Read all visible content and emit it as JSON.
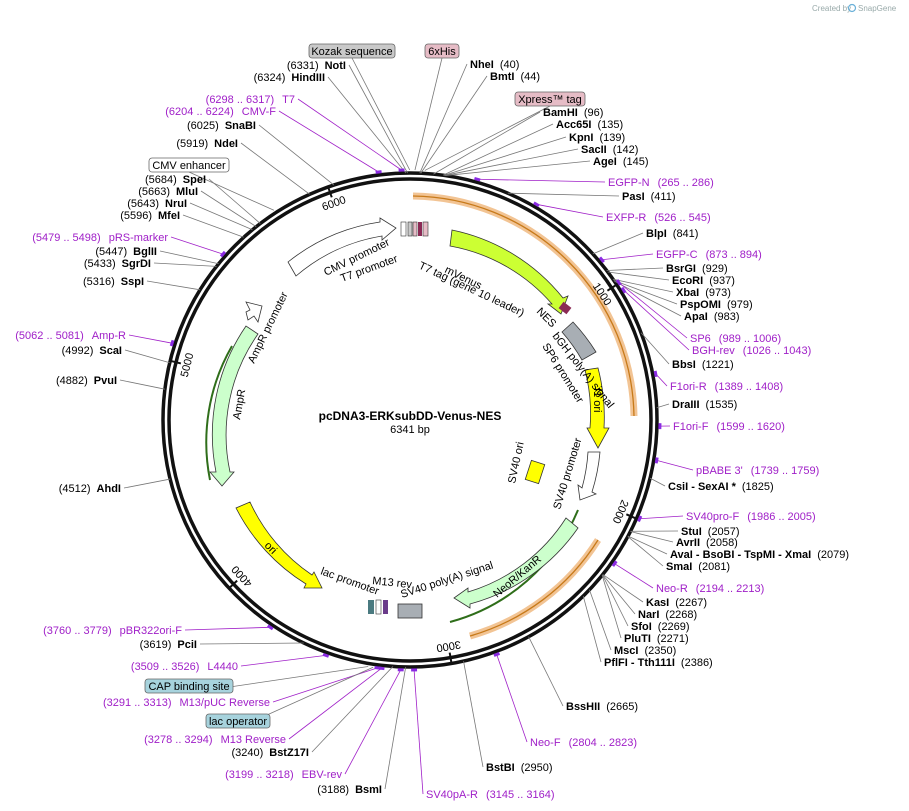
{
  "brand": {
    "created_by": "Created by",
    "name": "SnapGene"
  },
  "plasmid": {
    "name": "pcDNA3-ERKsubDD-Venus-NES",
    "length_label": "6341 bp",
    "total_bp": 6341
  },
  "ticks": [
    {
      "bp": 1000,
      "label": "1000"
    },
    {
      "bp": 2000,
      "label": "2000"
    },
    {
      "bp": 3000,
      "label": "3000"
    },
    {
      "bp": 4000,
      "label": "4000"
    },
    {
      "bp": 5000,
      "label": "5000"
    },
    {
      "bp": 6000,
      "label": "6000"
    }
  ],
  "boxed_labels": [
    {
      "text": "Kozak sequence",
      "fill": "#c9c9c9"
    },
    {
      "text": "6xHis",
      "fill": "#e6bcc6"
    },
    {
      "text": "Xpress™ tag",
      "fill": "#e6bcc6"
    },
    {
      "text": "CMV enhancer",
      "fill": "#ffffff"
    },
    {
      "text": "CAP binding site",
      "fill": "#a7d3dd"
    },
    {
      "text": "lac operator",
      "fill": "#a7d3dd"
    }
  ],
  "sites": [
    {
      "name": "NheI",
      "pos": "(40)",
      "side": "right"
    },
    {
      "name": "BmtI",
      "pos": "(44)",
      "side": "right"
    },
    {
      "name": "BamHI",
      "pos": "(96)",
      "side": "right"
    },
    {
      "name": "Acc65I",
      "pos": "(135)",
      "side": "right"
    },
    {
      "name": "KpnI",
      "pos": "(139)",
      "side": "right"
    },
    {
      "name": "SacII",
      "pos": "(142)",
      "side": "right"
    },
    {
      "name": "AgeI",
      "pos": "(145)",
      "side": "right"
    },
    {
      "name": "PasI",
      "pos": "(411)",
      "side": "right"
    },
    {
      "name": "BlpI",
      "pos": "(841)",
      "side": "right"
    },
    {
      "name": "BsrGI",
      "pos": "(929)",
      "side": "right"
    },
    {
      "name": "EcoRI",
      "pos": "(937)",
      "side": "right"
    },
    {
      "name": "XbaI",
      "pos": "(973)",
      "side": "right"
    },
    {
      "name": "PspOMI",
      "pos": "(979)",
      "side": "right"
    },
    {
      "name": "ApaI",
      "pos": "(983)",
      "side": "right"
    },
    {
      "name": "BbsI",
      "pos": "(1221)",
      "side": "right"
    },
    {
      "name": "DraIII",
      "pos": "(1535)",
      "side": "right"
    },
    {
      "name": "CsiI",
      "pos": "(1825)",
      "side": "right",
      "extra": " - SexAI *"
    },
    {
      "name": "StuI",
      "pos": "(2057)",
      "side": "right"
    },
    {
      "name": "AvrII",
      "pos": "(2058)",
      "side": "right"
    },
    {
      "name": "AvaI",
      "pos": "(2079)",
      "side": "right",
      "extra": " - BsoBI   - TspMI   - XmaI"
    },
    {
      "name": "SmaI",
      "pos": "(2081)",
      "side": "right"
    },
    {
      "name": "KasI",
      "pos": "(2267)",
      "side": "right"
    },
    {
      "name": "NarI",
      "pos": "(2268)",
      "side": "right"
    },
    {
      "name": "SfoI",
      "pos": "(2269)",
      "side": "right"
    },
    {
      "name": "PluTI",
      "pos": "(2271)",
      "side": "right"
    },
    {
      "name": "MscI",
      "pos": "(2350)",
      "side": "right"
    },
    {
      "name": "PflFI",
      "pos": "(2386)",
      "side": "right",
      "extra": " - Tth111I"
    },
    {
      "name": "BssHII",
      "pos": "(2665)",
      "side": "right"
    },
    {
      "name": "BstBI",
      "pos": "(2950)",
      "side": "right"
    },
    {
      "name": "BsmI",
      "pos": "(3188)",
      "side": "left"
    },
    {
      "name": "BstZ17I",
      "pos": "(3240)",
      "side": "left"
    },
    {
      "name": "PciI",
      "pos": "(3619)",
      "side": "left"
    },
    {
      "name": "AhdI",
      "pos": "(4512)",
      "side": "left"
    },
    {
      "name": "PvuI",
      "pos": "(4882)",
      "side": "left"
    },
    {
      "name": "ScaI",
      "pos": "(4992)",
      "side": "left"
    },
    {
      "name": "SspI",
      "pos": "(5316)",
      "side": "left"
    },
    {
      "name": "SgrDI",
      "pos": "(5433)",
      "side": "left"
    },
    {
      "name": "BglII",
      "pos": "(5447)",
      "side": "left"
    },
    {
      "name": "MfeI",
      "pos": "(5596)",
      "side": "left"
    },
    {
      "name": "NruI",
      "pos": "(5643)",
      "side": "left"
    },
    {
      "name": "MluI",
      "pos": "(5663)",
      "side": "left"
    },
    {
      "name": "SpeI",
      "pos": "(5684)",
      "side": "left"
    },
    {
      "name": "NdeI",
      "pos": "(5919)",
      "side": "left"
    },
    {
      "name": "SnaBI",
      "pos": "(6025)",
      "side": "left"
    },
    {
      "name": "HindIII",
      "pos": "(6324)",
      "side": "left"
    },
    {
      "name": "NotI",
      "pos": "(6331)",
      "side": "left"
    }
  ],
  "primers": [
    {
      "name": "EGFP-N",
      "range": "(265 .. 286)"
    },
    {
      "name": "EXFP-R",
      "range": "(526 .. 545)"
    },
    {
      "name": "EGFP-C",
      "range": "(873 .. 894)"
    },
    {
      "name": "SP6",
      "range": "(989 .. 1006)"
    },
    {
      "name": "BGH-rev",
      "range": "(1026 .. 1043)"
    },
    {
      "name": "F1ori-R",
      "range": "(1389 .. 1408)"
    },
    {
      "name": "F1ori-F",
      "range": "(1599 .. 1620)"
    },
    {
      "name": "pBABE 3'",
      "range": "(1739 .. 1759)"
    },
    {
      "name": "SV40pro-F",
      "range": "(1986 .. 2005)"
    },
    {
      "name": "Neo-R",
      "range": "(2194 .. 2213)"
    },
    {
      "name": "Neo-F",
      "range": "(2804 .. 2823)"
    },
    {
      "name": "SV40pA-R",
      "range": "(3145 .. 3164)"
    },
    {
      "name": "EBV-rev",
      "range": "(3199 .. 3218)"
    },
    {
      "name": "M13 Reverse",
      "range": "(3278 .. 3294)"
    },
    {
      "name": "M13/pUC Reverse",
      "range": "(3291 .. 3313)"
    },
    {
      "name": "L4440",
      "range": "(3509 .. 3526)"
    },
    {
      "name": "pBR322ori-F",
      "range": "(3760 .. 3779)"
    },
    {
      "name": "Amp-R",
      "range": "(5062 .. 5081)"
    },
    {
      "name": "pRS-marker",
      "range": "(5479 .. 5498)"
    },
    {
      "name": "CMV-F",
      "range": "(6204 .. 6224)"
    },
    {
      "name": "T7",
      "range": "(6298 .. 6317)"
    }
  ],
  "features": [
    {
      "name": "mVenus",
      "color": "#ccff33"
    },
    {
      "name": "T7 tag (gene 10 leader)",
      "color": "#ffffff"
    },
    {
      "name": "NES",
      "color": "#8b2a55"
    },
    {
      "name": "bGH poly(A) signal",
      "color": "#a8aeb4"
    },
    {
      "name": "SP6 promoter",
      "color": "#ffffff"
    },
    {
      "name": "f1 ori",
      "color": "#ffff00"
    },
    {
      "name": "SV40 promoter",
      "color": "#ffffff"
    },
    {
      "name": "SV40 ori",
      "color": "#ffff00"
    },
    {
      "name": "NeoR/KanR",
      "color": "#ccffcc"
    },
    {
      "name": "SV40 poly(A) signal",
      "color": "#a8aeb4"
    },
    {
      "name": "M13 rev",
      "color": "#ffffff"
    },
    {
      "name": "lac promoter",
      "color": "#ffffff"
    },
    {
      "name": "ori",
      "color": "#ffff00"
    },
    {
      "name": "AmpR",
      "color": "#ccffcc"
    },
    {
      "name": "AmpR promoter",
      "color": "#ffffff"
    },
    {
      "name": "CMV promoter",
      "color": "#ffffff"
    },
    {
      "name": "T7 promoter",
      "color": "#ffffff"
    }
  ]
}
